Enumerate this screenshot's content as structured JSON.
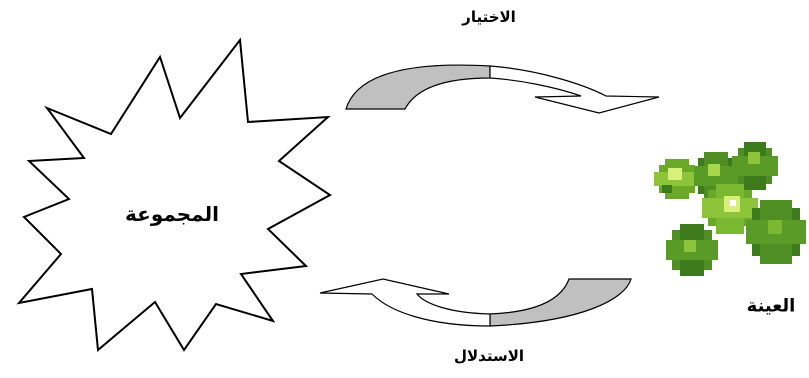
{
  "labels": {
    "selection": "الاختيار",
    "inference": "الاستدلال",
    "population": "المجموعة",
    "sample": "العينة"
  },
  "colors": {
    "arrow_inner": "#c0c0c0",
    "outline": "#000000",
    "sample_dark": "#3d7a1c",
    "sample_mid": "#6aa82a",
    "sample_light": "#a8d84a",
    "sample_highlight": "#d8f07a"
  }
}
